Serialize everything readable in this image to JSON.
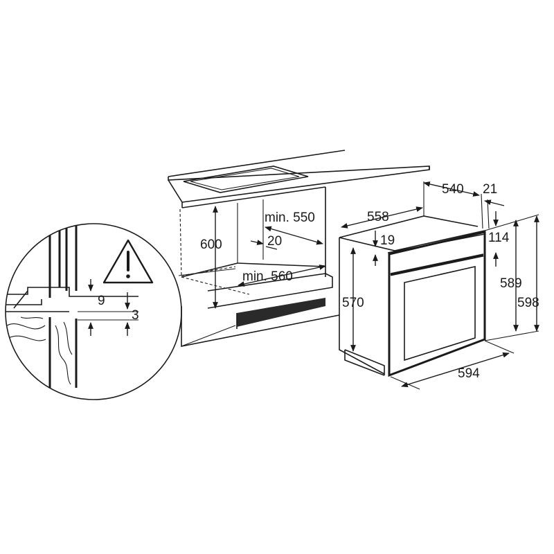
{
  "colors": {
    "line": "#1a1a1a",
    "background": "#ffffff",
    "vent": "#2a2a2a"
  },
  "icons": {
    "warning": "warning-triangle-icon"
  },
  "labels": {
    "d600": "600",
    "d_min550": "min. 550",
    "d20": "20",
    "d_min560": "min. 560",
    "d558": "558",
    "d540": "540",
    "d21": "21",
    "d19": "19",
    "d114": "114",
    "d570": "570",
    "d589": "589",
    "d598": "598",
    "d594": "594",
    "d9": "9",
    "d3": "3"
  }
}
